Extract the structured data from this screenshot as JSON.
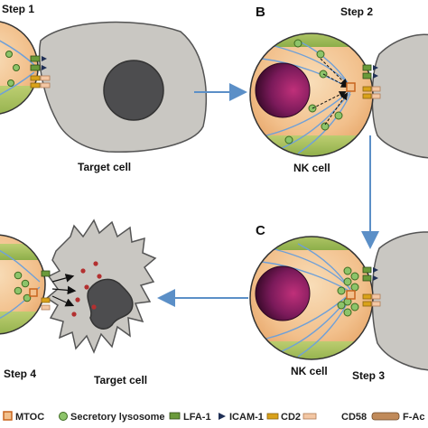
{
  "panels": {
    "step1": {
      "step_label": "Step 1",
      "target_label": "Target cell"
    },
    "step2": {
      "panel_letter": "B",
      "step_label": "Step 2",
      "cell_label": "NK cell"
    },
    "step3": {
      "panel_letter": "C",
      "step_label": "Step 3",
      "cell_label": "NK cell"
    },
    "step4": {
      "step_label": "Step 4",
      "target_label": "Target cell"
    }
  },
  "legend": {
    "mtoc": "MTOC",
    "lysosome": "Secretory lysosome",
    "lfa1": "LFA-1",
    "icam1": "ICAM-1",
    "cd2": "CD2",
    "cd58": "CD58",
    "factin": "F-Ac"
  },
  "colors": {
    "nk_cell": "#f4c9a0",
    "nk_cell_green": "#9fbf5a",
    "nucleus": "#7a1a5a",
    "target_cell": "#c9c7c2",
    "target_nucleus": "#4d4d4f",
    "arrow": "#5b8fc7",
    "microtubule": "#6fa0d8",
    "lysosome": "#8dc46a",
    "lfa1": "#6a9a3a",
    "icam1": "#1f2f55",
    "cd2": "#d9a21a",
    "cd58": "#f3c7a4",
    "factin": "#c08a5a",
    "granule": "#b33030"
  }
}
